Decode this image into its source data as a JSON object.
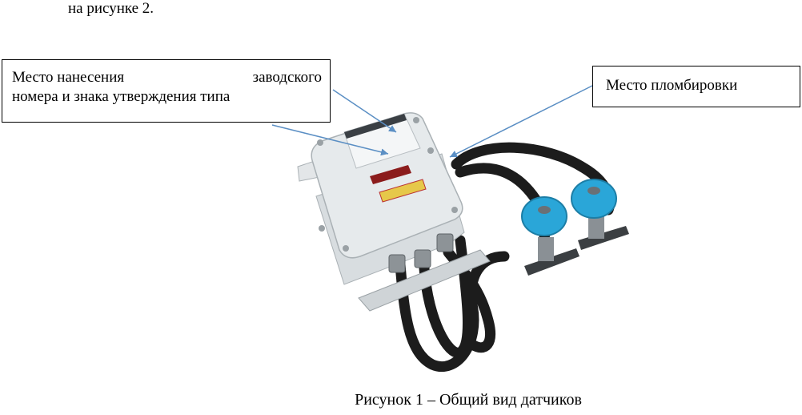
{
  "top_text": "на рисунке 2.",
  "callout_left": {
    "line1_word1": "Место нанесения",
    "line1_word2": "заводского",
    "line2": "номера и знака утверждения типа"
  },
  "callout_right": {
    "text": "Место пломбировки"
  },
  "caption": "Рисунок 1 – Общий вид датчиков",
  "colors": {
    "housing": "#e6eaec",
    "sensor_cap": "#2aa6d8",
    "cable": "#1c1c1c",
    "arrow": "#5b8fc4"
  }
}
